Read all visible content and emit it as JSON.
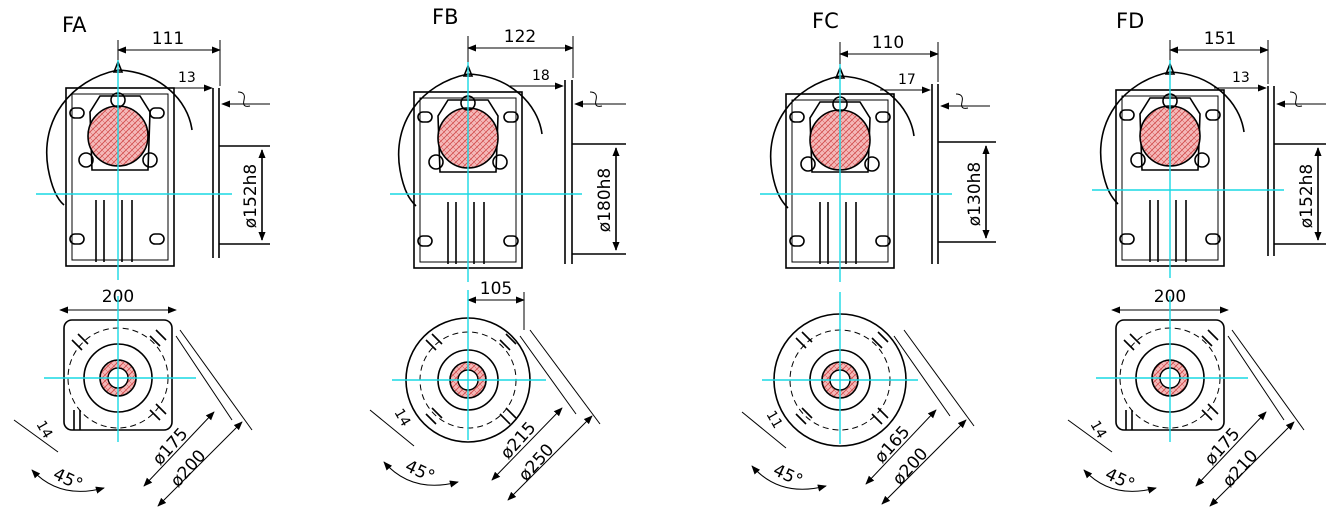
{
  "variants": [
    {
      "label": "FA",
      "flange_offset": "111",
      "flange_thickness": "13",
      "spigot_diameter": "ø152h8",
      "square_width": "200",
      "square_flange": true,
      "hole_diameter": "14",
      "angle": "45°",
      "pitch_circle": "ø175",
      "outer_diameter": "ø200"
    },
    {
      "label": "FB",
      "flange_offset": "122",
      "flange_thickness": "18",
      "spigot_diameter": "ø180h8",
      "square_width": "105",
      "square_flange": false,
      "hole_diameter": "14",
      "angle": "45°",
      "pitch_circle": "ø215",
      "outer_diameter": "ø250"
    },
    {
      "label": "FC",
      "flange_offset": "110",
      "flange_thickness": "17",
      "spigot_diameter": "ø130h8",
      "square_width": "",
      "square_flange": false,
      "hole_diameter": "11",
      "angle": "45°",
      "pitch_circle": "ø165",
      "outer_diameter": "ø200"
    },
    {
      "label": "FD",
      "flange_offset": "151",
      "flange_thickness": "13",
      "spigot_diameter": "ø152h8",
      "square_width": "200",
      "square_flange": true,
      "hole_diameter": "14",
      "angle": "45°",
      "pitch_circle": "ø175",
      "outer_diameter": "ø210"
    }
  ],
  "colors": {
    "line": "#000000",
    "centerline": "#19d8e4",
    "hub_fill": "#f4b8b8",
    "hub_hatch": "#d04848"
  }
}
